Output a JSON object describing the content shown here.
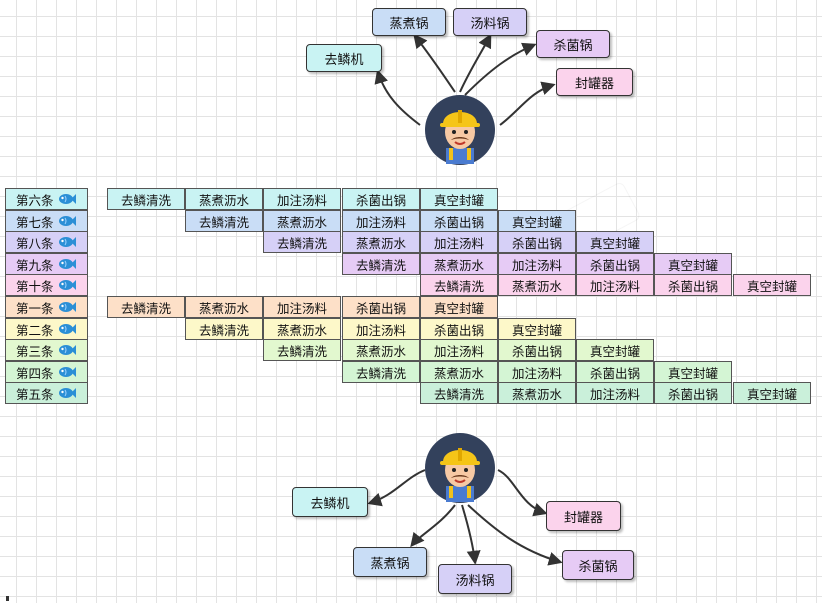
{
  "colors": {
    "cyan": "#c9f3f3",
    "blue": "#c9ddf6",
    "purple": "#d6d0f7",
    "lavender": "#e6cbf5",
    "pink": "#fbd3ec",
    "peach": "#fde0c8",
    "yellow": "#fdf8c9",
    "lightgreen": "#e2f8cf",
    "green": "#d4f5d4",
    "mint": "#caf0da"
  },
  "top_worker_tasks": {
    "descale": "去鳞机",
    "steam": "蒸煮锅",
    "soup": "汤料锅",
    "sterilize": "杀菌锅",
    "seal": "封罐器"
  },
  "bottom_worker_tasks": {
    "descale": "去鳞机",
    "steam": "蒸煮锅",
    "soup": "汤料锅",
    "sterilize": "杀菌锅",
    "seal": "封罐器"
  },
  "rows": [
    {
      "label": "第六条",
      "color": "cyan",
      "offset": 0,
      "steps": [
        "去鳞清洗",
        "蒸煮沥水",
        "加注汤料",
        "杀菌出锅",
        "真空封罐"
      ]
    },
    {
      "label": "第七条",
      "color": "blue",
      "offset": 1,
      "steps": [
        "去鳞清洗",
        "蒸煮沥水",
        "加注汤料",
        "杀菌出锅",
        "真空封罐"
      ]
    },
    {
      "label": "第八条",
      "color": "purple",
      "offset": 2,
      "steps": [
        "去鳞清洗",
        "蒸煮沥水",
        "加注汤料",
        "杀菌出锅",
        "真空封罐"
      ]
    },
    {
      "label": "第九条",
      "color": "lavender",
      "offset": 3,
      "steps": [
        "去鳞清洗",
        "蒸煮沥水",
        "加注汤料",
        "杀菌出锅",
        "真空封罐"
      ]
    },
    {
      "label": "第十条",
      "color": "pink",
      "offset": 4,
      "steps": [
        "去鳞清洗",
        "蒸煮沥水",
        "加注汤料",
        "杀菌出锅",
        "真空封罐"
      ]
    },
    {
      "label": "第一条",
      "color": "peach",
      "offset": 0,
      "steps": [
        "去鳞清洗",
        "蒸煮沥水",
        "加注汤料",
        "杀菌出锅",
        "真空封罐"
      ]
    },
    {
      "label": "第二条",
      "color": "yellow",
      "offset": 1,
      "steps": [
        "去鳞清洗",
        "蒸煮沥水",
        "加注汤料",
        "杀菌出锅",
        "真空封罐"
      ]
    },
    {
      "label": "第三条",
      "color": "lightgreen",
      "offset": 2,
      "steps": [
        "去鳞清洗",
        "蒸煮沥水",
        "加注汤料",
        "杀菌出锅",
        "真空封罐"
      ]
    },
    {
      "label": "第四条",
      "color": "green",
      "offset": 3,
      "steps": [
        "去鳞清洗",
        "蒸煮沥水",
        "加注汤料",
        "杀菌出锅",
        "真空封罐"
      ]
    },
    {
      "label": "第五条",
      "color": "mint",
      "offset": 4,
      "steps": [
        "去鳞清洗",
        "蒸煮沥水",
        "加注汤料",
        "杀菌出锅",
        "真空封罐"
      ]
    }
  ],
  "icons": {
    "worker": "worker-hardhat-icon",
    "fish": "fish-icon"
  }
}
